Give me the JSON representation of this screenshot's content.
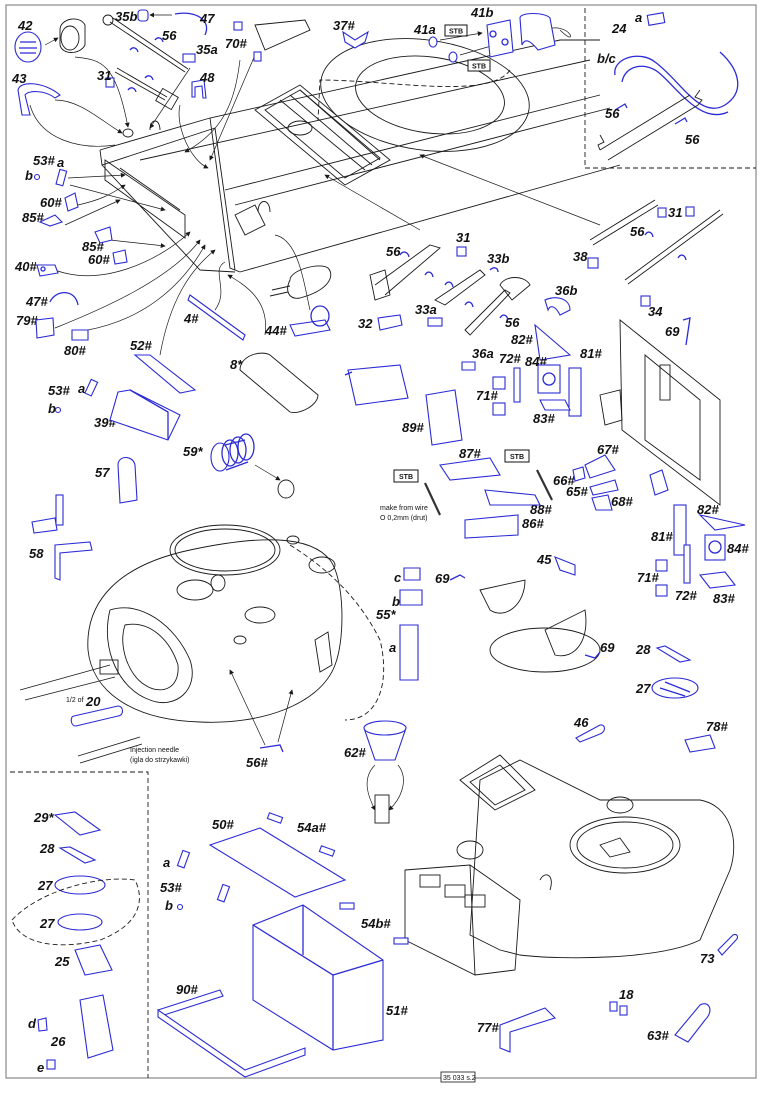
{
  "sheet": {
    "page_code": "35 033 s.2",
    "colors": {
      "etched_part": "#2b2bd6",
      "line_art": "#1a1a1a",
      "background": "#ffffff"
    }
  },
  "labels": {
    "p42": "42",
    "p35b": "35b",
    "p47_top": "47",
    "p56_top": "56",
    "p35a": "35a",
    "p70": "70#",
    "p37": "37#",
    "p41a": "41a",
    "p41b": "41b",
    "stb1": "STB",
    "stb2": "STB",
    "p43": "43",
    "p31_top": "31",
    "p48": "48",
    "p53_top": "53#",
    "p53a_top": "a",
    "p53b_top": "b",
    "p60_top": "60#",
    "p85_1": "85#",
    "p85_2": "85#",
    "p60_2": "60#",
    "p40": "40#",
    "p47_2": "47#",
    "p79": "79#",
    "p80": "80#",
    "p4": "4#",
    "p44": "44#",
    "p8": "8*",
    "p52": "52#",
    "p53_mid": "53#",
    "p53a_mid": "a",
    "p53b_mid": "b",
    "p39": "39#",
    "p24": "24",
    "p24a": "a",
    "p24bc": "b/c",
    "p56_box1": "56",
    "p56_box2": "56",
    "p56_axe": "56",
    "p31_axe": "31",
    "p33b": "33b",
    "p33a": "33a",
    "p32": "32",
    "p56_shovel": "56",
    "p36b": "36b",
    "p36a": "36a",
    "p38": "38",
    "p56_right": "56",
    "p31_right": "31",
    "p34": "34",
    "p69_top": "69",
    "p82_a": "82#",
    "p72_a": "72#",
    "p84_a": "84#",
    "p81_a": "81#",
    "p71_a": "71#",
    "p83_a": "83#",
    "p89": "89#",
    "p87": "87#",
    "stb3": "STB",
    "stb4": "STB",
    "p88": "88#",
    "p86": "86#",
    "wire_note_1": "make from wire",
    "wire_note_2": "O 0,2mm (drut)",
    "p67": "67#",
    "p66": "66#",
    "p65": "65#",
    "p68": "68#",
    "p82_b": "82#",
    "p81_b": "81#",
    "p84_b": "84#",
    "p71_b": "71#",
    "p72_b": "72#",
    "p83_b": "83#",
    "p59": "59*",
    "p57": "57",
    "p58": "58",
    "p55c": "c",
    "p55b": "b",
    "p55": "55*",
    "p55a": "a",
    "p69_mid": "69",
    "p45": "45",
    "p69_mid2": "69",
    "p28_r": "28",
    "p27_r": "27",
    "p20_prefix": "1/2 of",
    "p20": "20",
    "needle_1": "Injection needle",
    "needle_2": "(igla do strzykawki)",
    "p56_turret": "56#",
    "p46": "46",
    "p78": "78#",
    "p62": "62#",
    "p29": "29*",
    "p28_l": "28",
    "p27_l1": "27",
    "p27_l2": "27",
    "p25": "25",
    "p26": "26",
    "p26d": "d",
    "p26e": "e",
    "p50": "50#",
    "p54a": "54a#",
    "p53_bot": "53#",
    "p53a_bot": "a",
    "p53b_bot": "b",
    "p54b": "54b#",
    "p90": "90#",
    "p51": "51#",
    "p77": "77#",
    "p18": "18",
    "p73": "73",
    "p63": "63#"
  }
}
